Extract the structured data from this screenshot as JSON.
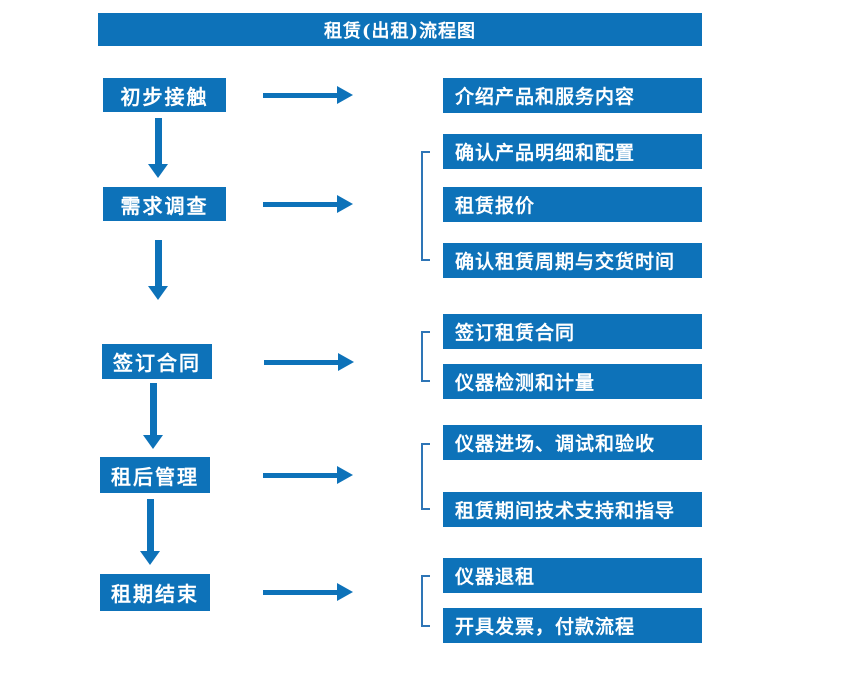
{
  "title": "租赁(出租)流程图",
  "colors": {
    "primary_blue": "#0d72b9",
    "bracket_blue": "#2e75b6",
    "text_white": "#ffffff",
    "background": "#ffffff"
  },
  "icons": {
    "right_arrow": "arrow-right-icon",
    "down_arrow": "arrow-down-icon",
    "group_bracket": "bracket-icon"
  },
  "flow": [
    {
      "step": "初步接触",
      "details": [
        "介绍产品和服务内容"
      ]
    },
    {
      "step": "需求调查",
      "details": [
        "确认产品明细和配置",
        "租赁报价",
        "确认租赁周期与交货时间"
      ]
    },
    {
      "step": "签订合同",
      "details": [
        "签订租赁合同",
        "仪器检测和计量"
      ]
    },
    {
      "step": "租后管理",
      "details": [
        "仪器进场、调试和验收",
        "租赁期间技术支持和指导"
      ]
    },
    {
      "step": "租期结束",
      "details": [
        "仪器退租",
        "开具发票，付款流程"
      ]
    }
  ]
}
